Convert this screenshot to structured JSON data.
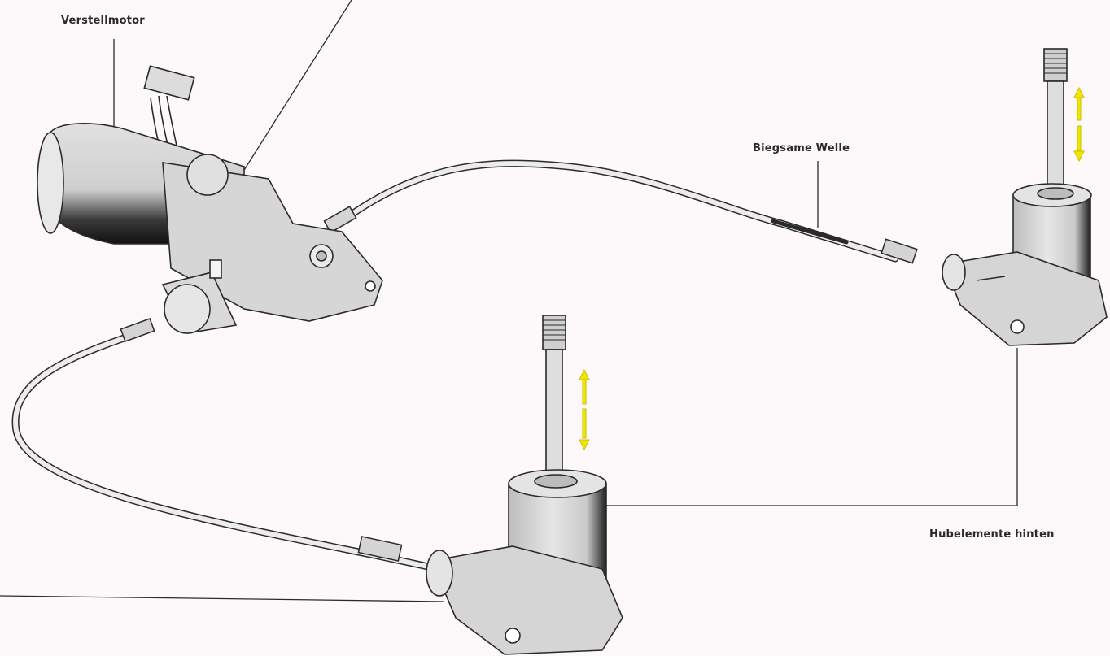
{
  "labels": {
    "motor": "Verstellmotor",
    "shaft": "Biegsame Welle",
    "rear_elements": "Hubelemente hinten"
  },
  "colors": {
    "background": "#fdf9fb",
    "line": "#2a2a2a",
    "part_fill": "#d4d4d4",
    "part_dark": "#1e1e1e",
    "arrow": "#f2e600"
  }
}
